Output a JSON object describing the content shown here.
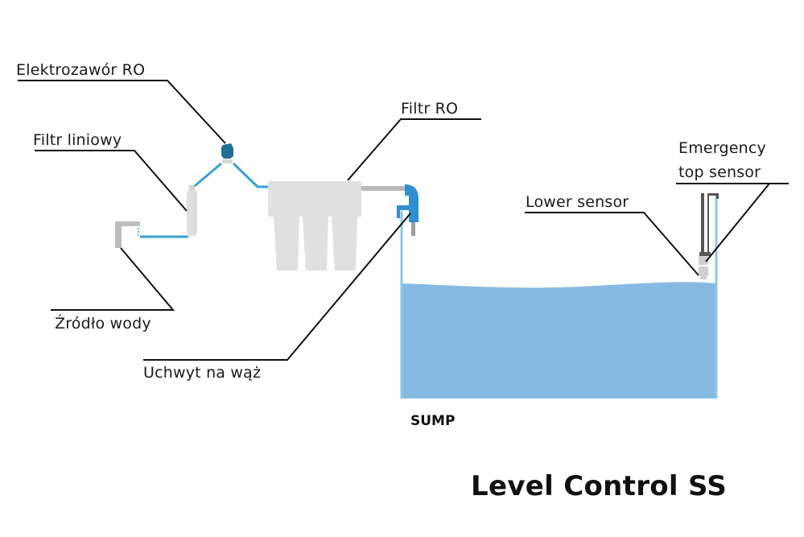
{
  "title": "Level Control SS",
  "tank_label": "SUMP",
  "labels": {
    "solenoid_valve": "Elektrozawór RO",
    "inline_filter": "Filtr liniowy",
    "ro_filter": "Filtr RO",
    "water_source": "Źródło wody",
    "hose_holder": "Uchwyt na wąż",
    "lower_sensor": "Lower sensor",
    "emergency_top_sensor_line1": "Emergency",
    "emergency_top_sensor_line2": "top sensor"
  },
  "colors": {
    "water": "#86bae3",
    "pipe": "#3aa0d4",
    "valve": "#1f6f96",
    "component_grey": "#dcdcdc",
    "hose_holder": "#2f8fd0",
    "leader_line": "#111111"
  }
}
